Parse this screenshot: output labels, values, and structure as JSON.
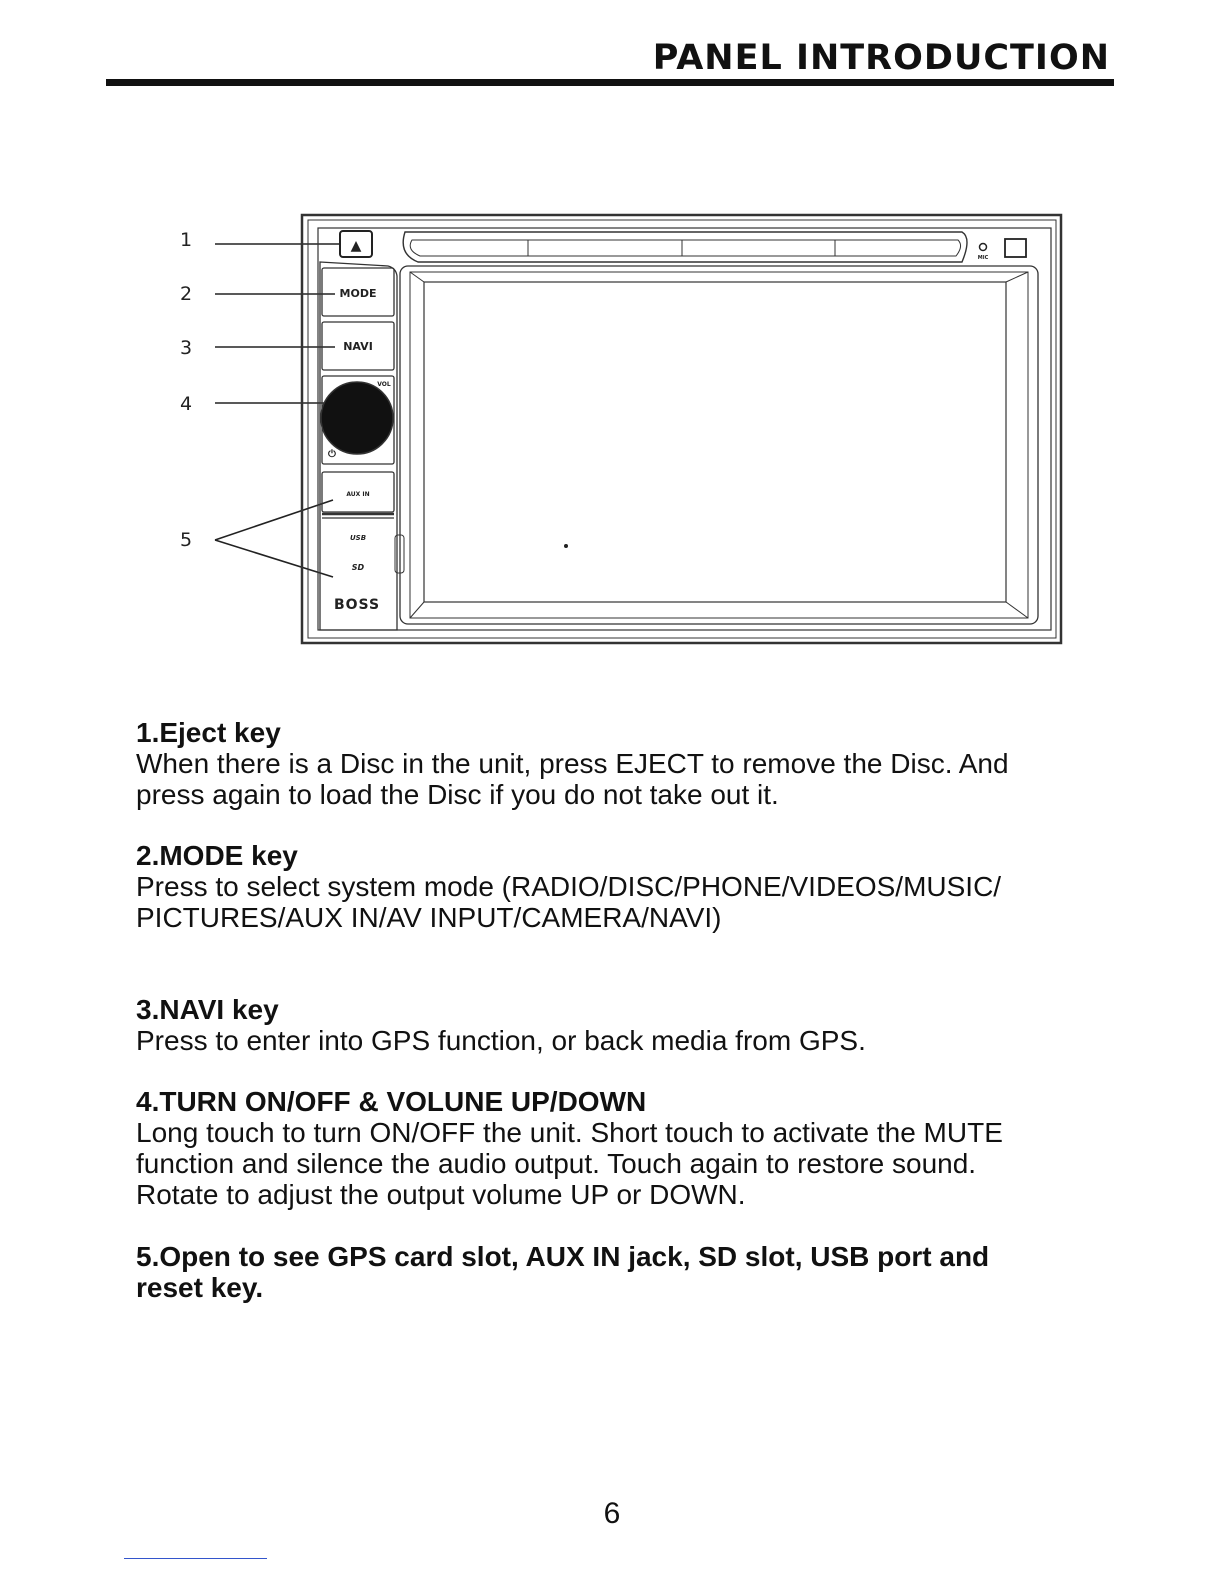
{
  "header": {
    "title": "PANEL INTRODUCTION"
  },
  "diagram": {
    "callouts": [
      "1",
      "2",
      "3",
      "4",
      "5"
    ],
    "buttons": {
      "eject_symbol": "▲",
      "mode": "MODE",
      "navi": "NAVI",
      "vol": "VOL",
      "power_symbol": "⏻",
      "aux_in": "AUX IN",
      "usb": "USB",
      "sd": "SD",
      "brand": "BOSS",
      "mic": "MIC"
    }
  },
  "sections": [
    {
      "heading": "1.Eject key",
      "lines": [
        "When there is a Disc in the unit, press EJECT to remove the Disc. And",
        "press again to load the Disc if you do not take out it."
      ]
    },
    {
      "heading": "2.MODE key",
      "lines": [
        "Press to select system mode (RADIO/DISC/PHONE/VIDEOS/MUSIC/",
        "PICTURES/AUX IN/AV INPUT/CAMERA/NAVI)"
      ]
    },
    {
      "heading": "3.NAVI key",
      "lines": [
        "Press to enter into GPS function, or back media from GPS."
      ]
    },
    {
      "heading": "4.TURN ON/OFF & VOLUNE UP/DOWN",
      "lines": [
        "Long touch to turn ON/OFF the unit. Short touch to activate the MUTE",
        "function and silence the audio output. Touch again to restore sound.",
        "Rotate to adjust the output volume UP or DOWN."
      ]
    },
    {
      "heading": "5.Open to see GPS card slot, AUX IN jack, SD slot, USB port and",
      "heading_line2": "reset key.",
      "lines": []
    }
  ],
  "footer": {
    "page_number": "6"
  }
}
